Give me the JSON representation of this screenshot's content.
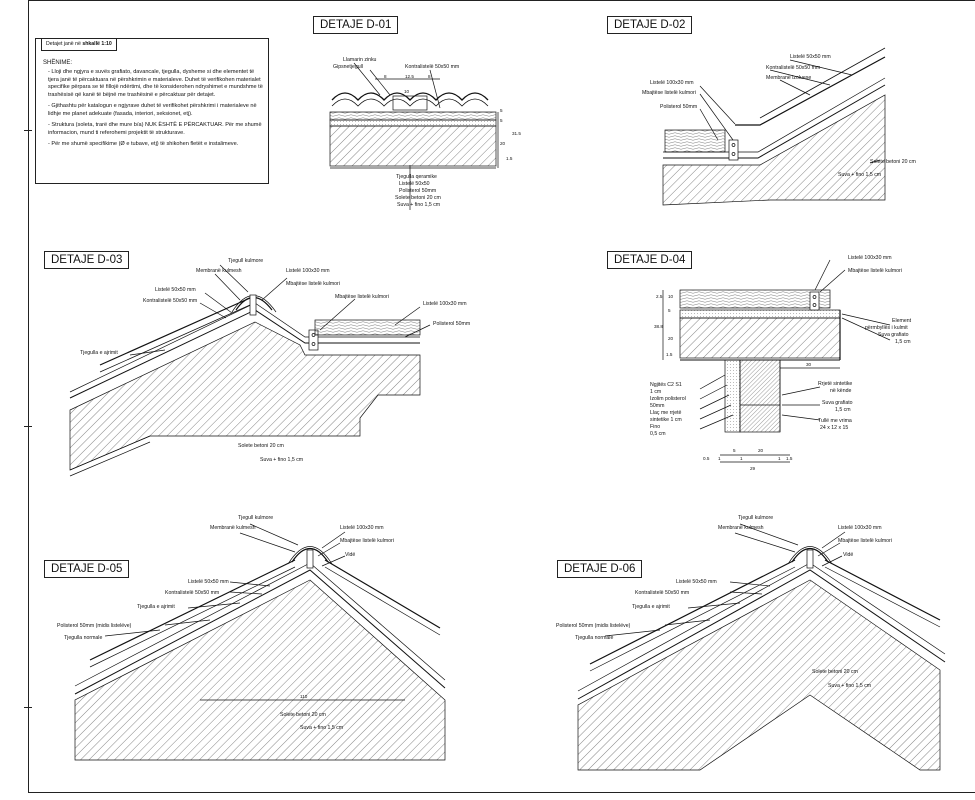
{
  "scale_label": {
    "prefix": "Detajet janë në ",
    "bold": "shkallë 1:10"
  },
  "notes": {
    "title": "SHËNIME:",
    "items": [
      "- Lloji dhe ngjyra e suvës grafiato, davancale, tjegulla, dysheme si dhe elementet të tjera janë të përcaktuara në përshkrimin e materialeve. Duhet të verifikohen materialet specifike përpara se të fillojë ndërtimi, dhe të konsiderohen ndryshimet e mundshme të trashësisë që kanë të bëjnë me trashësinë e përcaktuar për detajet.",
      "- Gjithashtu për katalogun e ngjyrave duhet të verifikohet përshkrimi i materialeve në lidhje me planet adekuate (fasada, interiori, seksionet, etj).",
      "- Struktura (soleta, trarë dhe mure b/a) NUK ËSHTË E PËRCAKTUAR. Për me shumë informacion, mund ti referohemi projektit të strukturave.",
      "- Për me shumë specifikime (Ø e tubave, etj) të shikohen fletët e instalimeve."
    ]
  },
  "d01": {
    "title": "DETAJE D-01",
    "labels": {
      "llamarin": "Llamarin zinku",
      "gipsnet": "Gipsnetjegull",
      "kontra": "Kontralistelë 50x50 mm"
    },
    "dims_top": [
      "8",
      "12.5",
      "8"
    ],
    "dim_mid": "10",
    "dims_side": [
      "5",
      "5",
      "20",
      "31.5",
      "1.5"
    ],
    "stack": [
      "Tjegulla qeramike",
      "Listelë 50x50",
      "Polisterol 50mm",
      "Solete betoni 20 cm",
      "Suva + fino 1,5 cm"
    ]
  },
  "d02": {
    "title": "DETAJE D-02",
    "labels": {
      "listele5050": "Listelë 50x50 mm",
      "kontra": "Kontralistelë 50x50 mm",
      "membrane": "Membranë izoluese",
      "listele10030": "Listelë 100x30 mm",
      "mbajtese": "Mbajtëse listelë kulmori",
      "polisterol": "Polisterol 50mm",
      "solete": "Solete betoni 20 cm",
      "suva": "Suva + fino 1,5 cm"
    }
  },
  "d03": {
    "title": "DETAJE D-03",
    "labels": {
      "tjegull_kulmore": "Tjegull kulmore",
      "membrane": "Membranë kulmesh",
      "listele10030": "Listelë 100x30 mm",
      "mbajtese": "Mbajtëse listelë kulmori",
      "listele5050": "Listelë 50x50 mm",
      "kontra": "Kontralistelë 50x50 mm",
      "mbajtese2": "Mbajtëse listelë kulmori",
      "listele10030b": "Listelë 100x30 mm",
      "polisterol": "Polisterol 50mm",
      "ajrimit": "Tjegulla e ajrimit",
      "solete": "Solete betoni 20 cm",
      "suva": "Suva + fino 1,5 cm"
    }
  },
  "d04": {
    "title": "DETAJE D-04",
    "labels": {
      "listele10030": "Listelë 100x30 mm",
      "mbajtese": "Mbajtëse listelë kulmori",
      "element": "Element",
      "element2": "përmbyllës i kulmit",
      "suva_graf": "Suva grafiato",
      "suva_graf_v": "1,5 cm",
      "rrjete": "Rrjetë sintetike",
      "rrjete2": "në kënde",
      "suva_graf2": "Suva grafiato",
      "suva_graf2_v": "1,5 cm",
      "tulle": "Tullë me vrima",
      "tulle2": "24 x 12 x 15",
      "ngjites": "Ngjitës C2 S1",
      "ngjites_v": "1 cm",
      "izolim": "Izolim polisterol",
      "izolim_v": "50mm",
      "llaq": "Llaç me rrjetë",
      "llaq2": "sintetike 1 cm",
      "fino": "Fino",
      "fino_v": "0,5 cm"
    },
    "dims_left": [
      "2.5",
      "10",
      "5",
      "38.8",
      "20",
      "1.5"
    ],
    "dim_30": "30",
    "dims_bottom": [
      "0.5",
      "1",
      "5",
      "1",
      "20",
      "1",
      "1.5"
    ],
    "dim_total": "29"
  },
  "d05": {
    "title": "DETAJE D-05",
    "labels": {
      "tjegull_kulmore": "Tjegull kulmore",
      "membrane": "Membranë kulmesh",
      "listele10030": "Listelë 100x30 mm",
      "mbajtese": "Mbajtëse listelë kulmori",
      "vide": "Vidë",
      "listele5050": "Listelë 50x50 mm",
      "kontra": "Kontralistelë 50x50 mm",
      "ajrimit": "Tjegulla e ajrimit",
      "polisterol": "Polisterol 50mm (midis listelëve)",
      "normale": "Tjegulla normale",
      "dim": "110",
      "solete": "Solete betoni 20 cm",
      "suva": "Suva + fino 1,5 cm"
    }
  },
  "d06": {
    "title": "DETAJE D-06",
    "labels": {
      "tjegull_kulmore": "Tjegull kulmore",
      "membrane": "Membranë kulmesh",
      "listele10030": "Listelë 100x30 mm",
      "mbajtese": "Mbajtëse listelë kulmori",
      "vide": "Vidë",
      "listele5050": "Listelë 50x50 mm",
      "kontra": "Kontralistelë 50x50 mm",
      "ajrimit": "Tjegulla e ajrimit",
      "polisterol": "Polisterol 50mm (midis listelëve)",
      "normale": "Tjegulla normale",
      "solete": "Solete betoni 20 cm",
      "suva": "Suva + fino 1,5 cm"
    }
  }
}
